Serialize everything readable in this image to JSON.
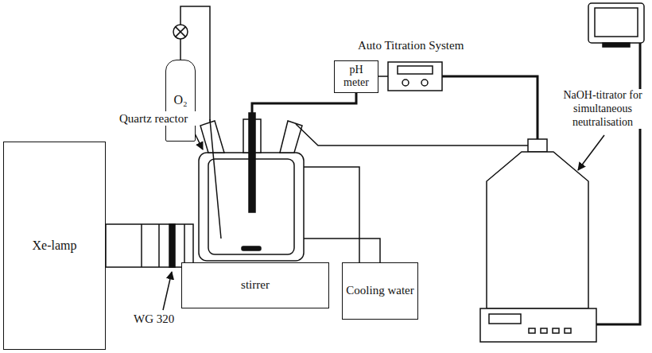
{
  "diagram": {
    "nodes": [
      {
        "text": [
          "O₂"
        ]
      },
      {
        "text": [
          "pH meter"
        ]
      },
      {
        "text": [
          "Xe-lamp"
        ]
      },
      {
        "text": [
          "stirrer"
        ]
      },
      {
        "text": [
          "Cooling water"
        ]
      }
    ],
    "labels": [
      "Auto Titration System",
      "Quartz reactor",
      "NaOH-titrator for simultaneous neutralisation",
      "WG 320"
    ]
  }
}
